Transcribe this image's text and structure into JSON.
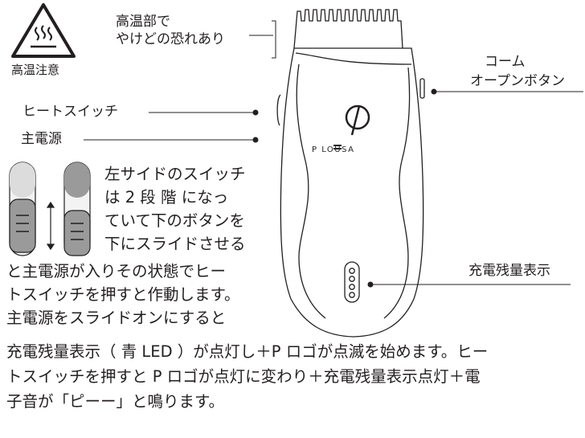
{
  "warning": {
    "label": "高温注意",
    "callout_line1": "高温部で",
    "callout_line2": "やけどの恐れあり"
  },
  "device": {
    "brand_logo_text": "P LOUSA",
    "comb_button_line1": "コーム",
    "comb_button_line2": "オープンボタン",
    "heat_switch_label": "ヒートスイッチ",
    "main_power_label": "主電源",
    "battery_indicator_label": "充電残量表示"
  },
  "instructions": {
    "wrap_line1": "左サイドのスイッチ",
    "wrap_line2": "は 2 段 階 になっ",
    "wrap_line3": "ていて下のボタンを",
    "wrap_line4": "下にスライドさせる",
    "line5": "と主電源が入りその状態でヒー",
    "line6": "トスイッチを押すと作動します。",
    "line7": "主電源をスライドオンにすると",
    "line8": "充電残量表示（ 青 LED ）が点灯し＋P ロゴが点滅を始めます。ヒー",
    "line9": "トスイッチを押すと P ロゴが点灯に変わり＋充電残量表示点灯＋電",
    "line10": "子音が「ピーー」と鳴ります。"
  }
}
